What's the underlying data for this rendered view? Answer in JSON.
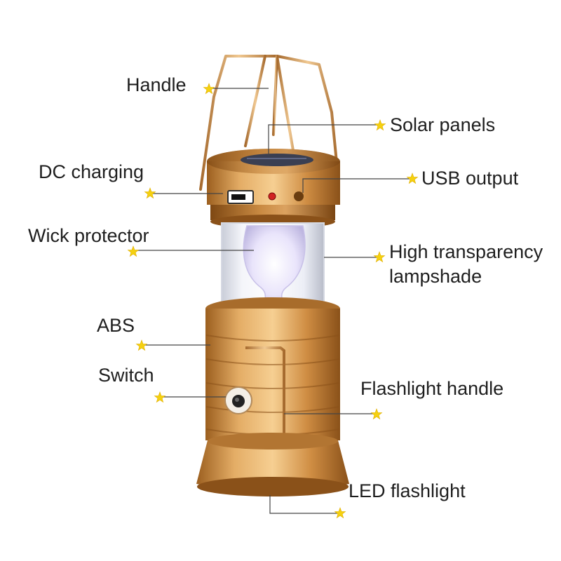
{
  "callouts": {
    "handle": "Handle",
    "solar_panels": "Solar panels",
    "dc_charging": "DC charging",
    "usb_output": "USB output",
    "wick_protector": "Wick protector",
    "lampshade": "High transparency lampshade",
    "abs": "ABS",
    "switch": "Switch",
    "flashlight_handle": "Flashlight handle",
    "led_flashlight": "LED flashlight"
  },
  "colors": {
    "body_gold": "#c9873c",
    "star": "#f5d10f",
    "leader_line": "#444444",
    "text": "#1e1e1e"
  },
  "icons": {
    "marker": "star-icon"
  }
}
